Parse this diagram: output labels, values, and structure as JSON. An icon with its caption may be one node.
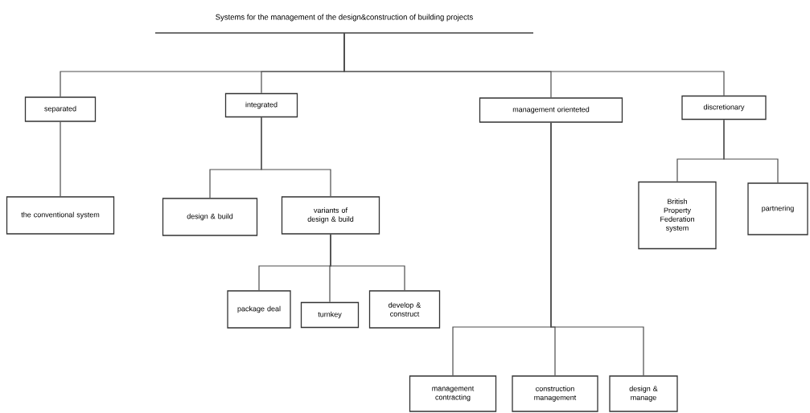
{
  "diagram": {
    "nodes": [
      {
        "text": [
          "Systems for the management of the design&construction of building projects"
        ]
      },
      {
        "text": [
          "separated"
        ]
      },
      {
        "text": [
          "integrated"
        ]
      },
      {
        "text": [
          "management orienteted"
        ]
      },
      {
        "text": [
          "discretionary"
        ]
      },
      {
        "text": [
          "the conventional system"
        ]
      },
      {
        "text": [
          "design & build"
        ]
      },
      {
        "text": [
          "variants of design & build"
        ]
      },
      {
        "text": [
          "package deal"
        ]
      },
      {
        "text": [
          "turnkey"
        ]
      },
      {
        "text": [
          "develop & construct"
        ]
      },
      {
        "text": [
          "British Property Federation system"
        ]
      },
      {
        "text": [
          "partnering"
        ]
      },
      {
        "text": [
          "management contracting"
        ]
      },
      {
        "text": [
          "construction management"
        ]
      },
      {
        "text": [
          "design & manage"
        ]
      }
    ],
    "edges": [
      {
        "from": 0,
        "to": 1,
        "arrow": "none"
      },
      {
        "from": 0,
        "to": 2,
        "arrow": "none"
      },
      {
        "from": 0,
        "to": 3,
        "arrow": "none"
      },
      {
        "from": 0,
        "to": 4,
        "arrow": "none"
      },
      {
        "from": 1,
        "to": 5,
        "arrow": "none"
      },
      {
        "from": 2,
        "to": 6,
        "arrow": "none"
      },
      {
        "from": 2,
        "to": 7,
        "arrow": "none"
      },
      {
        "from": 7,
        "to": 8,
        "arrow": "none"
      },
      {
        "from": 7,
        "to": 9,
        "arrow": "none"
      },
      {
        "from": 7,
        "to": 10,
        "arrow": "none"
      },
      {
        "from": 4,
        "to": 11,
        "arrow": "none"
      },
      {
        "from": 4,
        "to": 12,
        "arrow": "none"
      },
      {
        "from": 3,
        "to": 13,
        "arrow": "none"
      },
      {
        "from": 3,
        "to": 14,
        "arrow": "none"
      },
      {
        "from": 3,
        "to": 15,
        "arrow": "none"
      }
    ]
  }
}
